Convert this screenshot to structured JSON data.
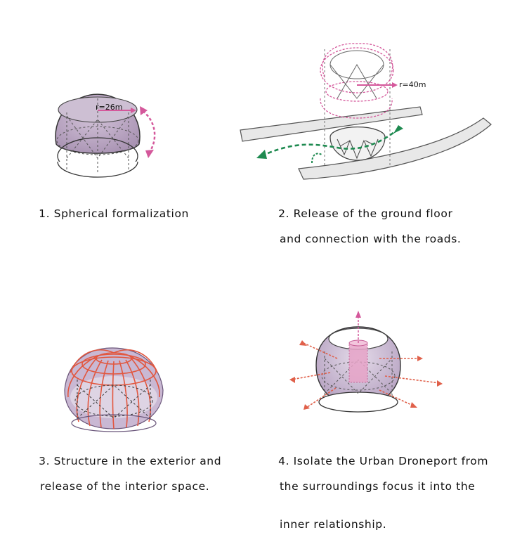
{
  "steps": [
    {
      "caption_line1": "1. Spherical formalization",
      "caption_line2": "",
      "radius_label": "r=26m"
    },
    {
      "caption_line1": "2. Release of the ground floor",
      "caption_line2": "and connection with the roads.",
      "radius_label": "r=40m"
    },
    {
      "caption_line1": "3. Structure in the exterior and",
      "caption_line2": "release of the interior space.",
      "radius_label": ""
    },
    {
      "caption_line1": "4. Isolate the Urban Droneport from",
      "caption_line2": "the surroundings focus it into the",
      "caption_line3": "inner relationship.",
      "radius_label": ""
    }
  ],
  "colors": {
    "sphere_fill": "#b9a3c3",
    "line": "#333333",
    "dashed": "#555555",
    "magenta": "#d4589b",
    "green": "#1e8a50",
    "road": "#e8e8e8",
    "structure": "#e2573f",
    "arrow_red": "#e0604a",
    "core_pink": "#e7a4c8"
  }
}
